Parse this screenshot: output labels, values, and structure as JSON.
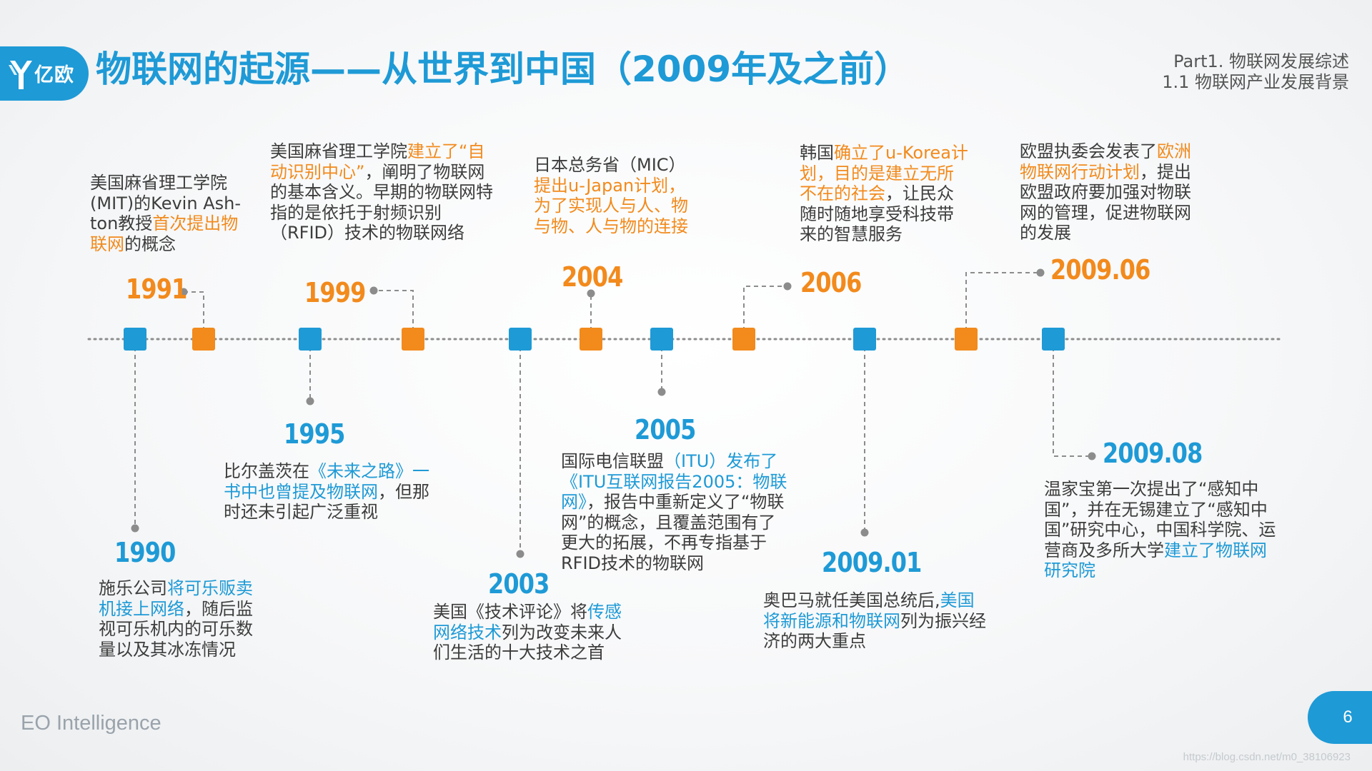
{
  "header": {
    "logo_text": "亿欧",
    "title": "物联网的起源——从世界到中国（2009年及之前）",
    "section_line1": "Part1. 物联网发展综述",
    "section_line2": "1.1 物联网产业发展背景"
  },
  "colors": {
    "brand_blue": "#1e9ad6",
    "accent_orange": "#f28a1c",
    "connector_gray": "#8c8c8c"
  },
  "events": [
    {
      "year": "1990",
      "parts": [
        {
          "t": "施乐公司"
        },
        {
          "t": "将可乐贩卖机接上网络",
          "hl": "b"
        },
        {
          "t": "，随后监视可乐机内的可乐数量以及其冰冻情况"
        }
      ]
    },
    {
      "year": "1991",
      "parts": [
        {
          "t": "美国麻省理工学院(MIT)的Kevin Ash-ton教授"
        },
        {
          "t": "首次提出物联网",
          "hl": "o"
        },
        {
          "t": "的概念"
        }
      ]
    },
    {
      "year": "1995",
      "parts": [
        {
          "t": "比尔盖茨在"
        },
        {
          "t": "《未来之路》一书中也曾提及物联网",
          "hl": "b"
        },
        {
          "t": "，但那时还未引起广泛重视"
        }
      ]
    },
    {
      "year": "1999",
      "parts": [
        {
          "t": "美国麻省理工学院"
        },
        {
          "t": "建立了“自动识别中心”",
          "hl": "o"
        },
        {
          "t": "，阐明了物联网的基本含义。早期的物联网特指的是依托于射频识别（RFID）技术的物联网络"
        }
      ]
    },
    {
      "year": "2003",
      "parts": [
        {
          "t": "美国《技术评论》将"
        },
        {
          "t": "传感网络技术",
          "hl": "b"
        },
        {
          "t": "列为改变未来人们生活的十大技术之首"
        }
      ]
    },
    {
      "year": "2004",
      "parts": [
        {
          "t": "日本总务省（MIC）"
        },
        {
          "t": "提出u-Japan计划，为了实现人与人、物与物、人与物的连接",
          "hl": "o"
        }
      ]
    },
    {
      "year": "2005",
      "parts": [
        {
          "t": "国际电信联盟"
        },
        {
          "t": "（ITU）发布了《ITU互联网报告2005：物联网》",
          "hl": "b"
        },
        {
          "t": "，报告中重新定义了“物联网”的概念，且覆盖范围有了更大的拓展，不再专指基于RFID技术的物联网"
        }
      ]
    },
    {
      "year": "2006",
      "parts": [
        {
          "t": "韩国"
        },
        {
          "t": "确立了u-Korea计划，目的是建立无所不在的社会",
          "hl": "o"
        },
        {
          "t": "，让民众随时随地享受科技带来的智慧服务"
        }
      ]
    },
    {
      "year": "2009.01",
      "parts": [
        {
          "t": "奥巴马就任美国总统后,"
        },
        {
          "t": "美国将新能源和物联网",
          "hl": "b"
        },
        {
          "t": "列为振兴经济的两大重点"
        }
      ]
    },
    {
      "year": "2009.06",
      "parts": [
        {
          "t": "欧盟执委会发表了"
        },
        {
          "t": "欧洲物联网行动计划",
          "hl": "o"
        },
        {
          "t": "，提出欧盟政府要加强对物联网的管理，促进物联网的发展"
        }
      ]
    },
    {
      "year": "2009.08",
      "parts": [
        {
          "t": "温家宝第一次提出了“感知中国”，并在无锡建立了“感知中国”研究中心，中国科学院、运营商及多所大学"
        },
        {
          "t": "建立了物联网研究院",
          "hl": "b"
        }
      ]
    }
  ],
  "footer": {
    "brand": "EO Intelligence",
    "page_number": "6",
    "watermark": "https://blog.csdn.net/m0_38106923"
  }
}
